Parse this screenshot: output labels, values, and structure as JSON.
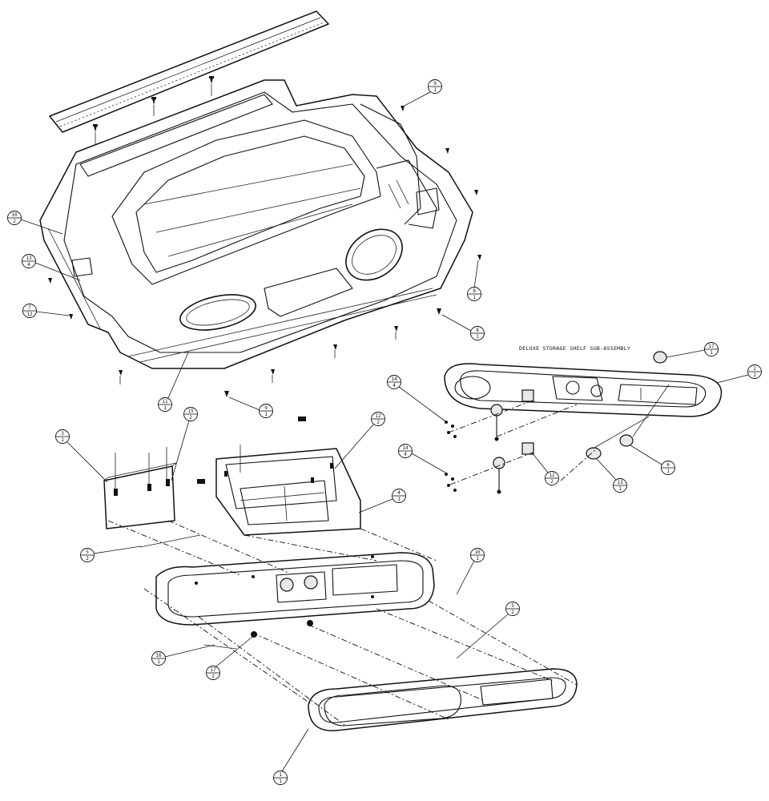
{
  "subassembly_title": "DELUXE STORAGE SHELF SUB-ASSEMBLY",
  "callouts": [
    {
      "num": "9",
      "qty": "1"
    },
    {
      "num": "10",
      "qty": "2"
    },
    {
      "num": "13",
      "qty": "4"
    },
    {
      "num": "7",
      "qty": "12"
    },
    {
      "num": "8",
      "qty": "1"
    },
    {
      "num": "8",
      "qty": "1"
    },
    {
      "num": "11",
      "qty": "1"
    },
    {
      "num": "9",
      "qty": "1"
    },
    {
      "num": "17",
      "qty": "1"
    },
    {
      "num": "2",
      "qty": "1"
    },
    {
      "num": "14",
      "qty": "4"
    },
    {
      "num": "14",
      "qty": "4"
    },
    {
      "num": "12",
      "qty": "2"
    },
    {
      "num": "13",
      "qty": "1"
    },
    {
      "num": "6",
      "qty": "1"
    },
    {
      "num": "3",
      "qty": "1"
    },
    {
      "num": "15",
      "qty": "2"
    },
    {
      "num": "12",
      "qty": "2"
    },
    {
      "num": "4",
      "qty": "1"
    },
    {
      "num": "5",
      "qty": "2"
    },
    {
      "num": "16",
      "qty": "1"
    },
    {
      "num": "5",
      "qty": "2"
    },
    {
      "num": "16",
      "qty": "1"
    },
    {
      "num": "17",
      "qty": "2"
    },
    {
      "num": "1",
      "qty": "1"
    }
  ]
}
